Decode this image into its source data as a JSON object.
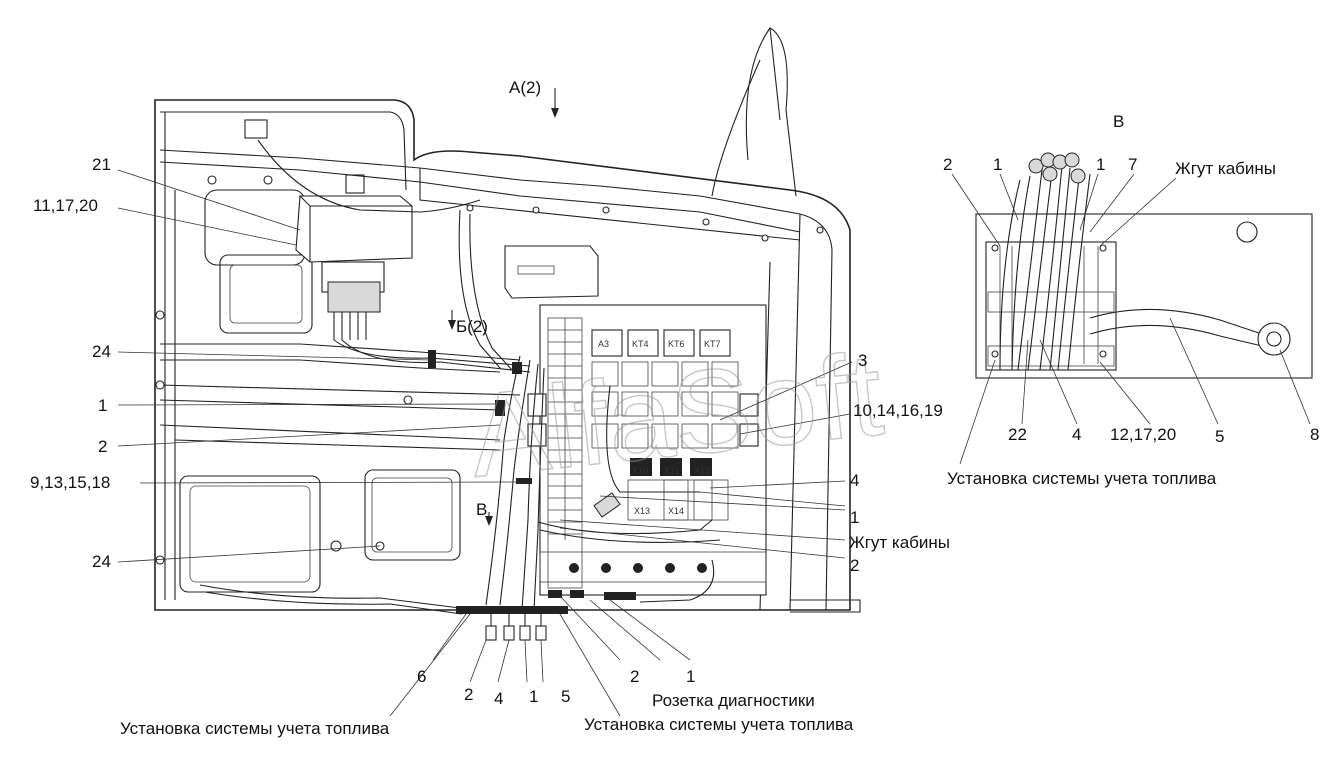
{
  "view_labels": {
    "view_a": "A(2)",
    "view_b": "Б(2)",
    "view_v": "В",
    "inset_title": "В"
  },
  "callouts": {
    "c21": "21",
    "c11_17_20": "11,17,20",
    "c24_top": "24",
    "c1_left": "1",
    "c2_left": "2",
    "c9_13_15_18": "9,13,15,18",
    "c24_bottom": "24",
    "c3": "3",
    "c10_14_16_19": "10,14,16,19",
    "c4_right": "4",
    "c1_right": "1",
    "harness_right": "Жгут кабины",
    "c2_right": "2",
    "c6": "6",
    "c2_bottom": "2",
    "c4_bottom": "4",
    "c1_bottom": "1",
    "c5_bottom": "5",
    "c2_diag": "2",
    "c1_diag": "1",
    "diag_socket": "Розетка диагностики",
    "fuel_left": "Установка системы учета топлива",
    "fuel_center": "Установка системы учета топлива"
  },
  "inset": {
    "top_2": "2",
    "top_1a": "1",
    "top_1b": "1",
    "top_7": "7",
    "harness": "Жгут кабины",
    "b_22": "22",
    "b_4": "4",
    "b_12_17_20": "12,17,20",
    "b_5": "5",
    "b_8": "8",
    "fuel": "Установка системы учета топлива"
  },
  "relay_labels": [
    "A3",
    "KT4",
    "KT6",
    "KT7"
  ],
  "fuse_labels": [
    "X10",
    "X11",
    "X12",
    "X13",
    "X14"
  ],
  "watermark": "AlfaSoft"
}
